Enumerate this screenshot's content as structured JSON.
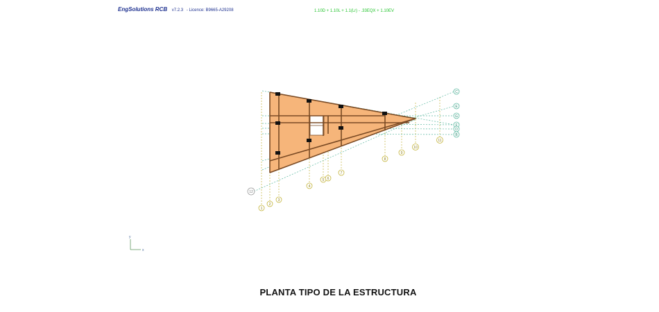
{
  "app": {
    "name": "EngSolutions RCB",
    "version": "v7.2.3",
    "licence": "- Licence: B9665-A29208"
  },
  "load_combination": "1.10D + 1.10L + 1.1(Lr) - .33EQX + 1.10EV",
  "plan": {
    "slab_color": "#f6b57a",
    "beam_color": "#7a4a24",
    "column_color": "#111111",
    "grid_line_color_numeric": "#c4b43a",
    "grid_line_color_letter": "#5bb8a0",
    "numeric_axes": [
      "1",
      "2",
      "3",
      "4",
      "5",
      "6",
      "7",
      "8",
      "9",
      "10",
      "11",
      "12"
    ],
    "letter_axes": [
      "C",
      "E",
      "G",
      "F",
      "D",
      "B"
    ]
  },
  "axis_indicator": {
    "x": "x",
    "y": "y"
  },
  "caption": "PLANTA TIPO DE LA ESTRUCTURA"
}
